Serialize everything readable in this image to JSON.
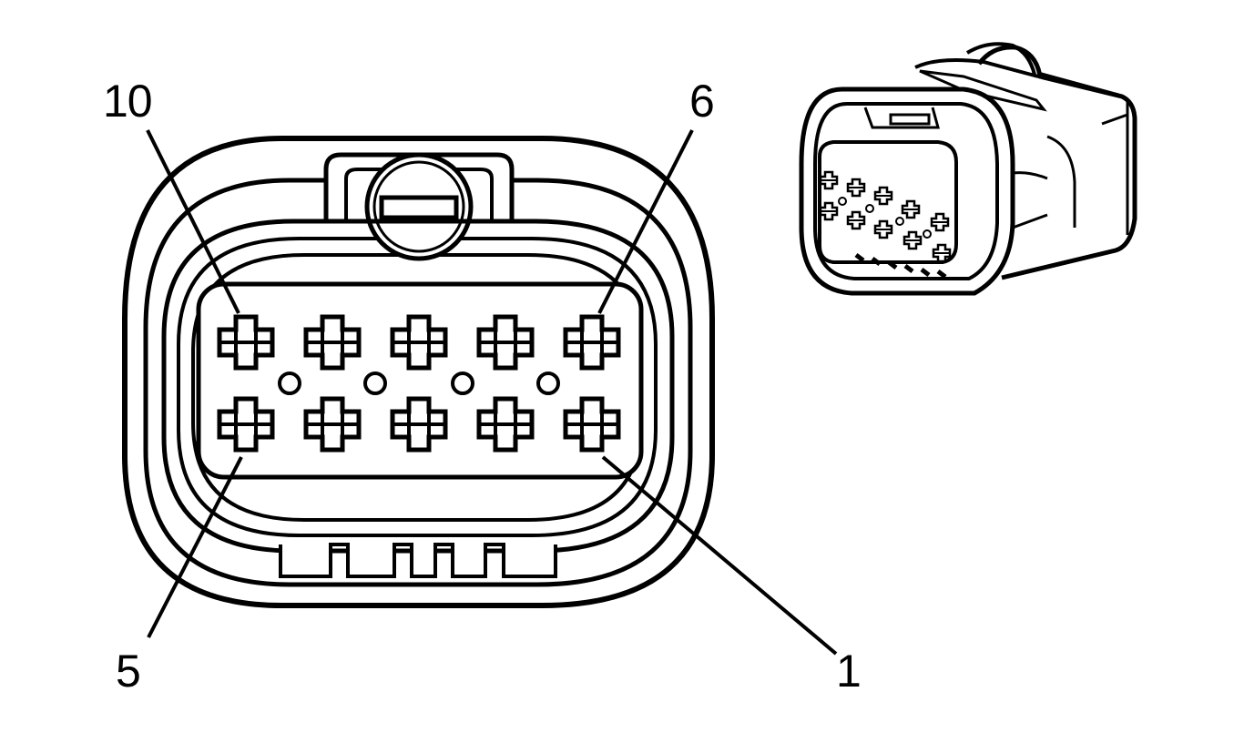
{
  "labels": {
    "pin_10": "10",
    "pin_6": "6",
    "pin_5": "5",
    "pin_1": "1"
  },
  "colors": {
    "line": "#000000",
    "background": "#ffffff"
  }
}
